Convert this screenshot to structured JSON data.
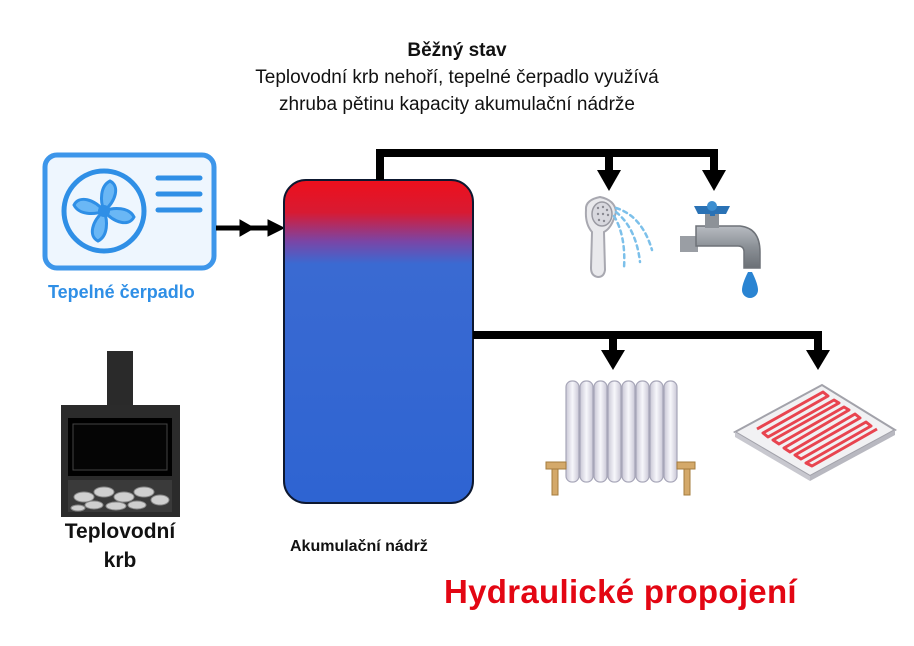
{
  "header": {
    "title": "Běžný stav",
    "subtitle_line1": "Teplovodní krb nehoří, tepelné čerpadlo využívá",
    "subtitle_line2": "zhruba pětinu kapacity akumulační nádrže"
  },
  "components": {
    "heat_pump_label": "Tepelné čerpadlo",
    "fireplace_label_line1": "Teplovodní",
    "fireplace_label_line2": "krb",
    "tank_label": "Akumulační nádrž"
  },
  "footer": {
    "hydraulic_label": "Hydraulické propojení"
  },
  "colors": {
    "heat_pump_blue": "#2f8fe6",
    "hot_red": "#e8101e",
    "cold_blue": "#2f6bd6",
    "hydraulic_red": "#e30613",
    "pipe": "#000000",
    "heating_wire": "#e8444f"
  },
  "icons": [
    "fan-icon",
    "fireplace-icon",
    "shower-icon",
    "faucet-icon",
    "radiator-icon",
    "underfloor-heating-icon"
  ]
}
